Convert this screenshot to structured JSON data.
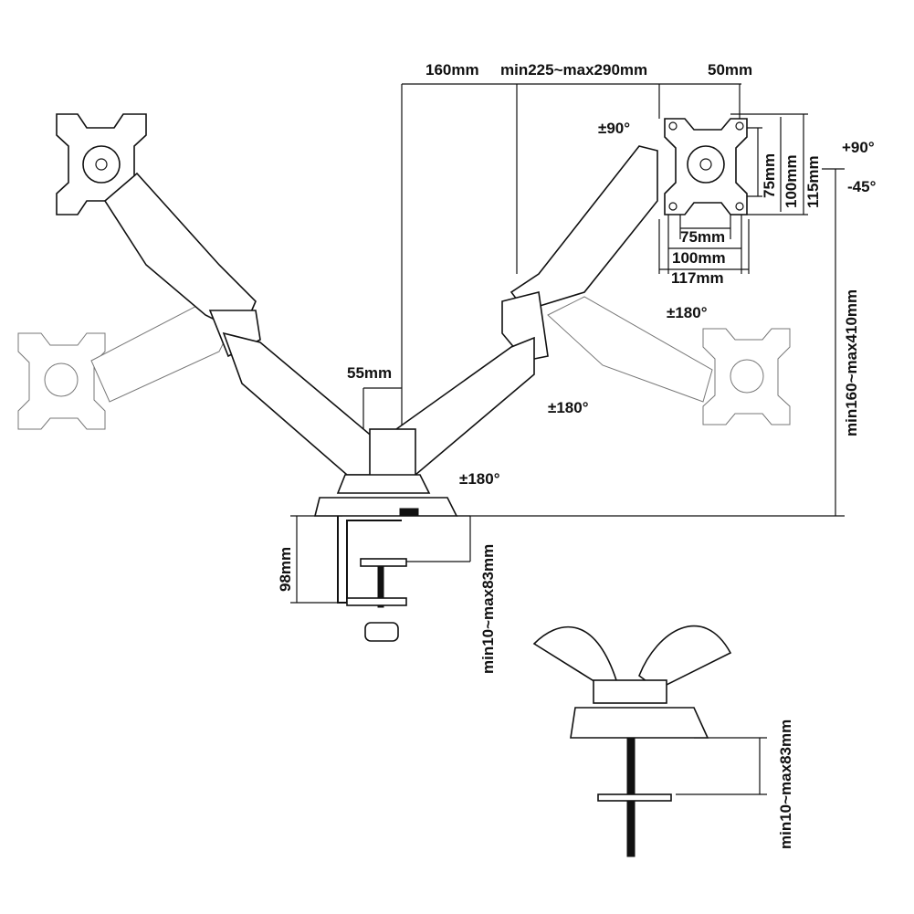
{
  "dimensions": {
    "top": {
      "left": "160mm",
      "middle": "min225~max290mm",
      "right": "50mm"
    },
    "vesa_vertical": {
      "inner": "75mm",
      "middle": "100mm",
      "outer": "115mm"
    },
    "vesa_horizontal": {
      "inner": "75mm",
      "middle": "100mm",
      "outer": "117mm"
    },
    "pole_offset": "55mm",
    "height_range": "min160~max410mm",
    "clamp_height": "98mm",
    "clamp_range": "min10~max83mm",
    "grommet_range": "min10~max83mm"
  },
  "rotations": {
    "monitor_swivel": "±90°",
    "tilt_up": "+90°",
    "tilt_down": "-45°",
    "upper_arm": "±180°",
    "forearm": "±180°",
    "base": "±180°"
  }
}
